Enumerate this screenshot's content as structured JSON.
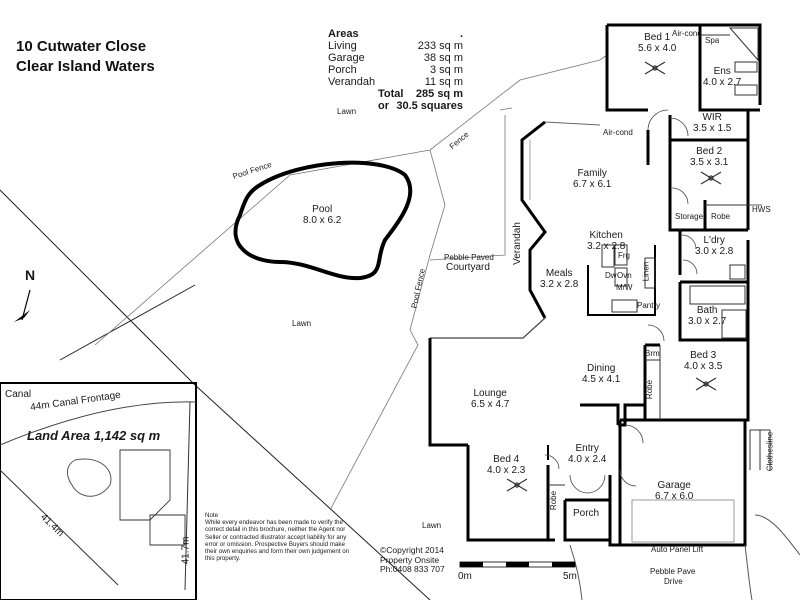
{
  "header": {
    "address_line1": "10 Cutwater Close",
    "address_line2": "Clear Island Waters"
  },
  "areas": {
    "heading": "Areas",
    "heading_mark": ".",
    "rows": [
      {
        "label": "Living",
        "value": "233 sq m"
      },
      {
        "label": "Garage",
        "value": "38 sq m"
      },
      {
        "label": "Porch",
        "value": "3 sq m"
      },
      {
        "label": "Verandah",
        "value": "11 sq m"
      }
    ],
    "total_label": "Total",
    "total_value": "285 sq m",
    "squares_label": "or",
    "squares_value": "30.5 squares"
  },
  "rooms": {
    "bed1": {
      "name": "Bed 1",
      "size": "5.6 x 4.0"
    },
    "ens": {
      "name": "Ens",
      "size": "4.0 x 2.7"
    },
    "wir": {
      "name": "WIR",
      "size": "3.5 x 1.5"
    },
    "bed2": {
      "name": "Bed 2",
      "size": "3.5 x 3.1"
    },
    "family": {
      "name": "Family",
      "size": "6.7 x 6.1"
    },
    "kitchen": {
      "name": "Kitchen",
      "size": "3.2 x 2.8"
    },
    "meals": {
      "name": "Meals",
      "size": "3.2 x 2.8"
    },
    "laundry": {
      "name": "L'dry",
      "size": "3.0 x 2.8"
    },
    "bath": {
      "name": "Bath",
      "size": "3.0 x 2.7"
    },
    "bed3": {
      "name": "Bed 3",
      "size": "4.0 x 3.5"
    },
    "dining": {
      "name": "Dining",
      "size": "4.5 x 4.1"
    },
    "lounge": {
      "name": "Lounge",
      "size": "6.5 x 4.7"
    },
    "bed4": {
      "name": "Bed 4",
      "size": "4.0 x 2.3"
    },
    "entry": {
      "name": "Entry",
      "size": "4.0 x 2.4"
    },
    "garage": {
      "name": "Garage",
      "size": "6.7 x 6.0"
    },
    "pool": {
      "name": "Pool",
      "size": "8.0 x 6.2"
    }
  },
  "small_labels": {
    "air_cond_1": "Air-cond",
    "air_cond_2": "Air-cond",
    "spa": "Spa",
    "storage": "Storage",
    "robe_bed2": "Robe",
    "hws": "HWS",
    "frg": "Frg",
    "dw": "Dw",
    "ovn": "Ovn",
    "mw": "M/W",
    "linen": "Linen",
    "pantry": "Pantry",
    "brm": "Brm",
    "robe_bed3": "Robe",
    "robe_bed4": "Robe",
    "porch": "Porch",
    "clothesline": "Clothesline",
    "auto_panel_lift": "Auto Panel Lift",
    "verandah": "Verandah"
  },
  "outdoor": {
    "lawn_top": "Lawn",
    "lawn_mid": "Lawn",
    "lawn_bottom": "Lawn",
    "pool_fence_top": "Pool Fence",
    "pool_fence_side": "Pool Fence",
    "fence": "Fence",
    "courtyard_line1": "Pebble Paved",
    "courtyard_line2": "Courtyard",
    "drive_line1": "Pebble Pave",
    "drive_line2": "Drive"
  },
  "compass": {
    "label": "N"
  },
  "scale": {
    "start": "0m",
    "end": "5m"
  },
  "site": {
    "canal": "Canal",
    "frontage": "44m Canal Frontage",
    "land_area": "Land Area 1,142 sq m",
    "dim_side": "41.4m",
    "dim_width": "41.7m"
  },
  "note": {
    "title": "Note",
    "text": "While every endeavor has been made to verify the correct detail in this brochure, neither the Agent nor Seller or contracted illustrator accept liability for any error or omission. Prospective Buyers should make their own enquiries and form their own judgement on this property."
  },
  "copyright": {
    "symbol": "©",
    "line1": "Copyright 2014",
    "line2": "Property Onsite",
    "line3": "Ph:0408 833 707"
  }
}
